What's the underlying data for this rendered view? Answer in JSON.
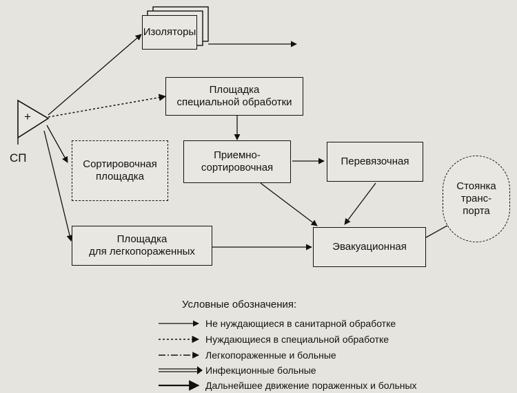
{
  "source": {
    "sign": "+",
    "label": "СП"
  },
  "nodes": {
    "insulators": "Изоляторы",
    "special_treatment": "Площадка\nспециальной обработки",
    "sorting_area": "Сортировочная\nплощадка",
    "reception_sorting": "Приемно-\nсортировочная",
    "dressing": "Перевязочная",
    "transport": "Стоянка\nтранс-\nпорта",
    "lightly_injured": "Площадка\nдля легкопораженных",
    "evacuation": "Эвакуационная"
  },
  "legend": {
    "title": "Условные обозначения:",
    "items": [
      {
        "style": "solid",
        "label": "Не нуждающиеся в санитарной обработке"
      },
      {
        "style": "dotted",
        "label": "Нуждающиеся в специальной обработке"
      },
      {
        "style": "dash-dot",
        "label": "Легкопораженные и больные"
      },
      {
        "style": "double",
        "label": "Инфекционные больные"
      },
      {
        "style": "solid-arrow",
        "label": "Дальнейшее движение пораженных и больных"
      }
    ]
  }
}
